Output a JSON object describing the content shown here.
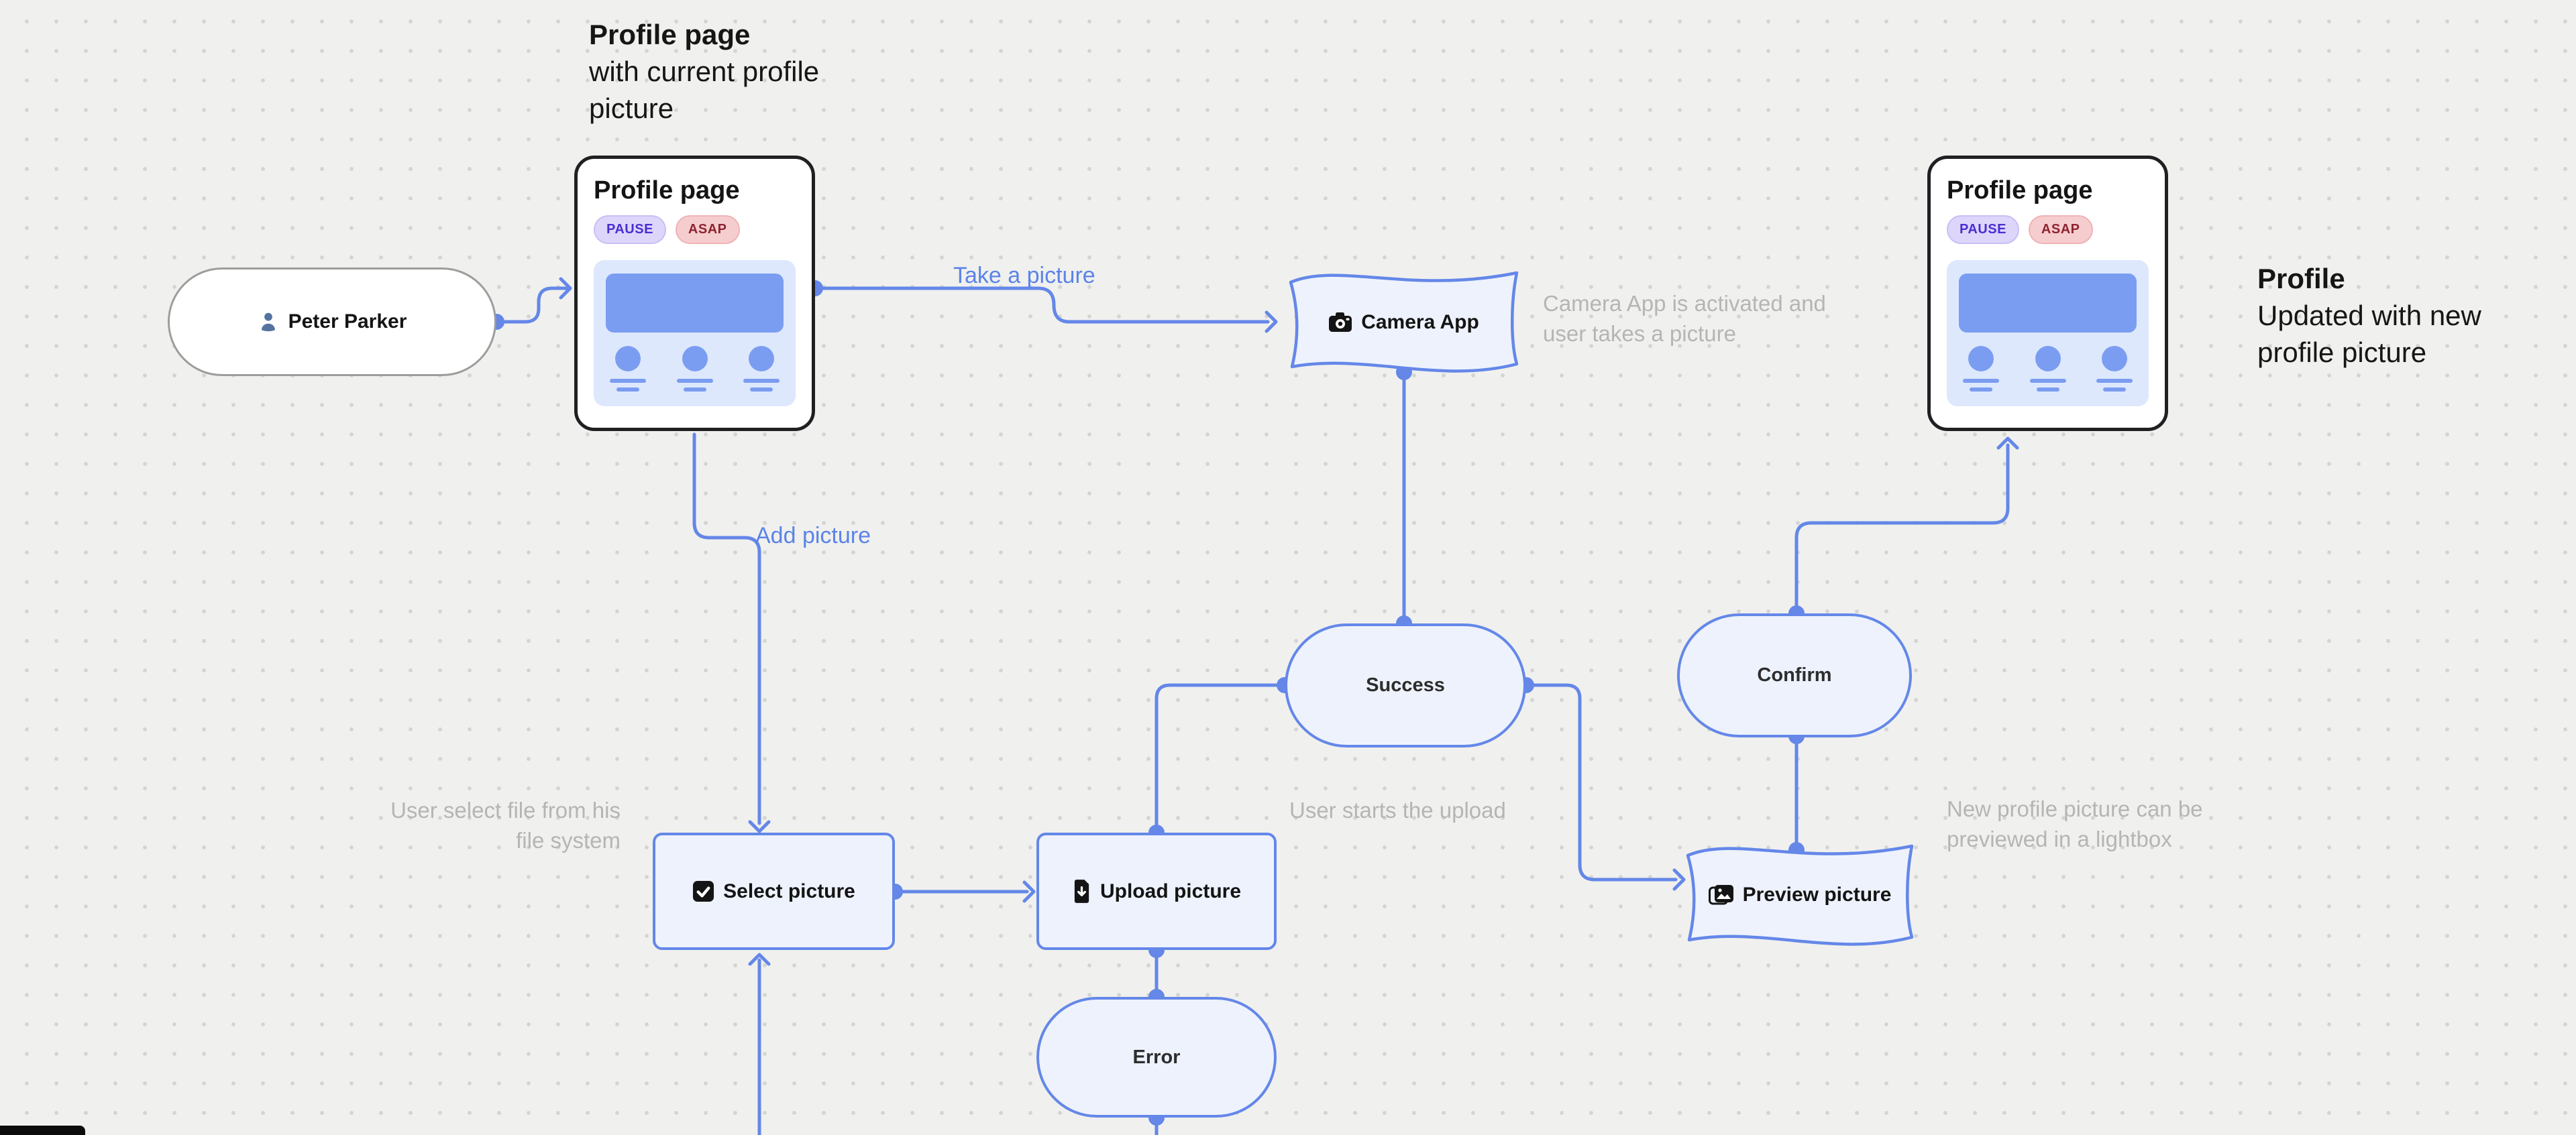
{
  "canvas": {
    "background": "#f0f0ee",
    "dot_color": "#d4d4d2",
    "accent_blue": "#6487e8",
    "node_fill": "#edf2fd",
    "wireframe_panel": "#dde8fd",
    "wireframe_accent": "#7b9df1",
    "note_gray": "#b5b5b3",
    "label_blue": "#5b84e8"
  },
  "annotations": {
    "top_left": {
      "title": "Profile page",
      "lines": [
        "with current profile",
        "picture"
      ]
    },
    "right": {
      "title": "Profile",
      "lines": [
        "Updated with new",
        "profile picture"
      ]
    },
    "camera_note": {
      "lines": [
        "Camera App is activated and",
        "user takes a picture"
      ]
    },
    "select_note": {
      "lines": [
        "User select file from his",
        "file system"
      ]
    },
    "upload_note": {
      "lines": [
        "User starts the upload"
      ]
    },
    "preview_note": {
      "lines": [
        "New profile picture can be",
        "previewed in a lightbox"
      ]
    }
  },
  "edge_labels": {
    "take_a_picture": "Take a picture",
    "add_picture": "Add picture"
  },
  "actor": {
    "name": "Peter Parker"
  },
  "cards": {
    "left": {
      "title": "Profile page",
      "badges": [
        {
          "label": "PAUSE",
          "bg": "#ddd6fa",
          "color": "#4a2ed2"
        },
        {
          "label": "ASAP",
          "bg": "#f6cdce",
          "color": "#8d2430"
        }
      ]
    },
    "right": {
      "title": "Profile page",
      "badges": [
        {
          "label": "PAUSE",
          "bg": "#ddd6fa",
          "color": "#4a2ed2"
        },
        {
          "label": "ASAP",
          "bg": "#f6cdce",
          "color": "#8d2430"
        }
      ]
    }
  },
  "nodes": {
    "camera": {
      "label": "Camera App"
    },
    "success": {
      "label": "Success"
    },
    "confirm": {
      "label": "Confirm"
    },
    "select": {
      "label": "Select picture"
    },
    "upload": {
      "label": "Upload picture"
    },
    "preview": {
      "label": "Preview picture"
    },
    "error": {
      "label": "Error"
    }
  }
}
